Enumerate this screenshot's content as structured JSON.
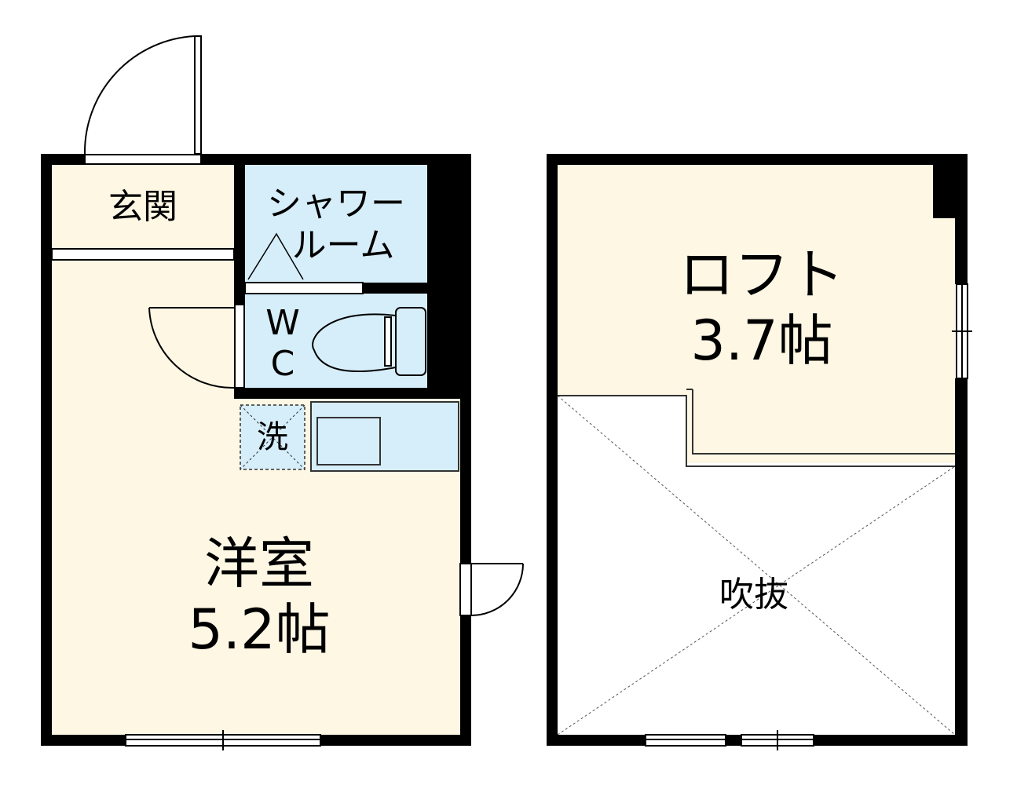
{
  "floor1": {
    "entrance": {
      "label": "玄関"
    },
    "shower": {
      "line1": "シャワー",
      "line2": "ルーム"
    },
    "wc": {
      "line1": "W",
      "line2": "C"
    },
    "washer": {
      "label": "洗"
    },
    "western_room": {
      "name": "洋室",
      "area": "5.2帖"
    }
  },
  "floor2": {
    "loft": {
      "name": "ロフト",
      "area": "3.7帖"
    },
    "void": {
      "label": "吹抜"
    }
  },
  "colors": {
    "wall": "#000000",
    "room_fill": "#fdf7e4",
    "wet_area_fill": "#d6eefa",
    "line": "#333333"
  }
}
